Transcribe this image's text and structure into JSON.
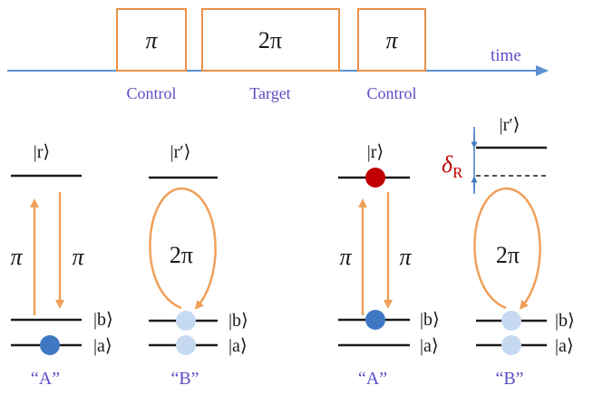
{
  "colors": {
    "pulse": "#E8914A",
    "axis": "#5B8FD0",
    "label": "#5A4FC4",
    "line": "#1a1a1a",
    "arrow": "#F0A05A",
    "atom_dark": "#3F78C2",
    "atom_light": "#C5D9F1",
    "atom_red": "#C00000",
    "delta": "#C00000",
    "delta_arrow": "#3F78C2"
  },
  "timeline": {
    "axis_label": "time",
    "pulses": [
      {
        "symbol": "π",
        "label": "Control"
      },
      {
        "symbol": "2π",
        "label": "Target"
      },
      {
        "symbol": "π",
        "label": "Control"
      }
    ]
  },
  "panels": [
    {
      "name": "A",
      "upper_state": "|r⟩",
      "up_label": "π",
      "down_label": "π",
      "state_b": "|b⟩",
      "state_a": "|a⟩",
      "caption": "“A”"
    },
    {
      "name": "B",
      "upper_state": "|r′⟩",
      "loop_label": "2π",
      "state_b": "|b⟩",
      "state_a": "|a⟩",
      "caption": "“B”"
    },
    {
      "name": "A",
      "upper_state": "|r⟩",
      "up_label": "π",
      "down_label": "π",
      "state_b": "|b⟩",
      "state_a": "|a⟩",
      "caption": "“A”"
    },
    {
      "name": "B",
      "upper_state": "|r′⟩",
      "loop_label": "2π",
      "state_b": "|b⟩",
      "state_a": "|a⟩",
      "caption": "“B”",
      "shift_symbol": "δ",
      "shift_subscript": "R"
    }
  ]
}
